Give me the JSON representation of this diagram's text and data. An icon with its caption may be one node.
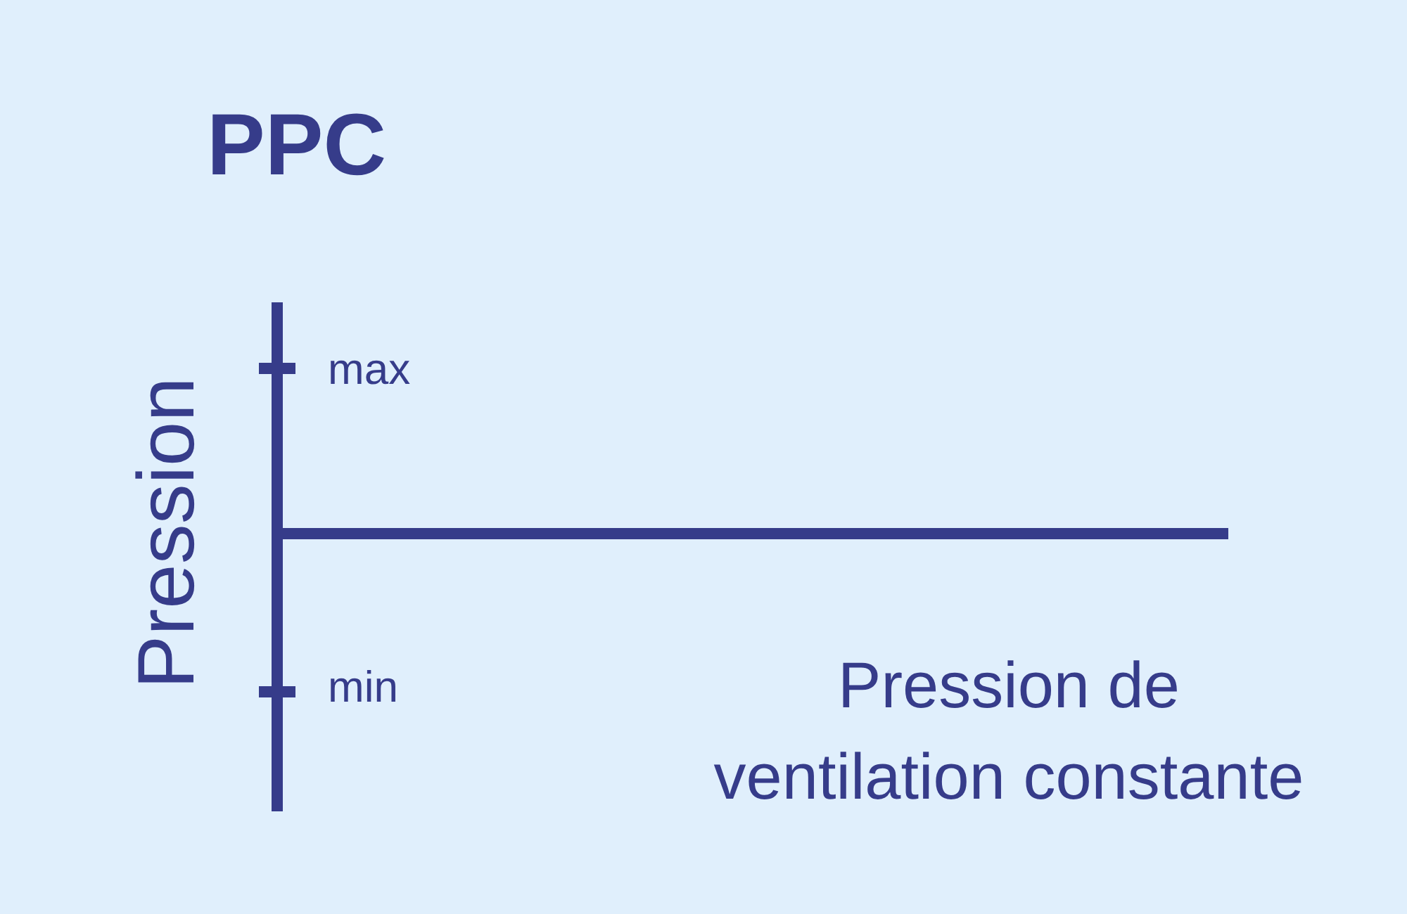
{
  "diagram": {
    "title": "PPC",
    "labels": [
      "Pression",
      "max",
      "min",
      "Pression de ventilation constante"
    ]
  }
}
